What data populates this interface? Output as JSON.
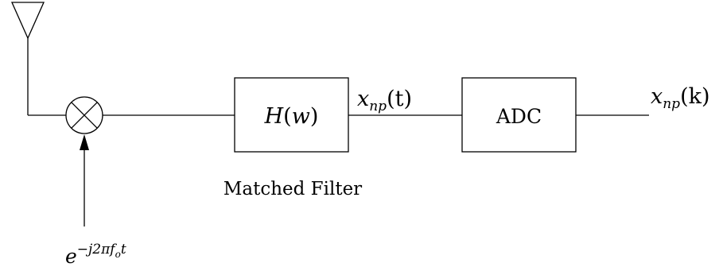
{
  "diagram": {
    "filter_block": {
      "label_func": "H",
      "label_arg": "w",
      "caption": "Matched Filter"
    },
    "adc_block": {
      "label": "ADC"
    },
    "mixer_input": {
      "base": "e",
      "exponent": "−j2πf",
      "exponent_sub": "o",
      "exponent_tail": "t"
    },
    "filter_output_signal": {
      "symbol": "x",
      "subscript": "np",
      "argument": "(t)"
    },
    "adc_output_signal": {
      "symbol": "x",
      "subscript": "np",
      "argument": "(k)"
    },
    "icons": {
      "antenna": "antenna-icon",
      "mixer": "mixer-multiply-icon"
    }
  }
}
